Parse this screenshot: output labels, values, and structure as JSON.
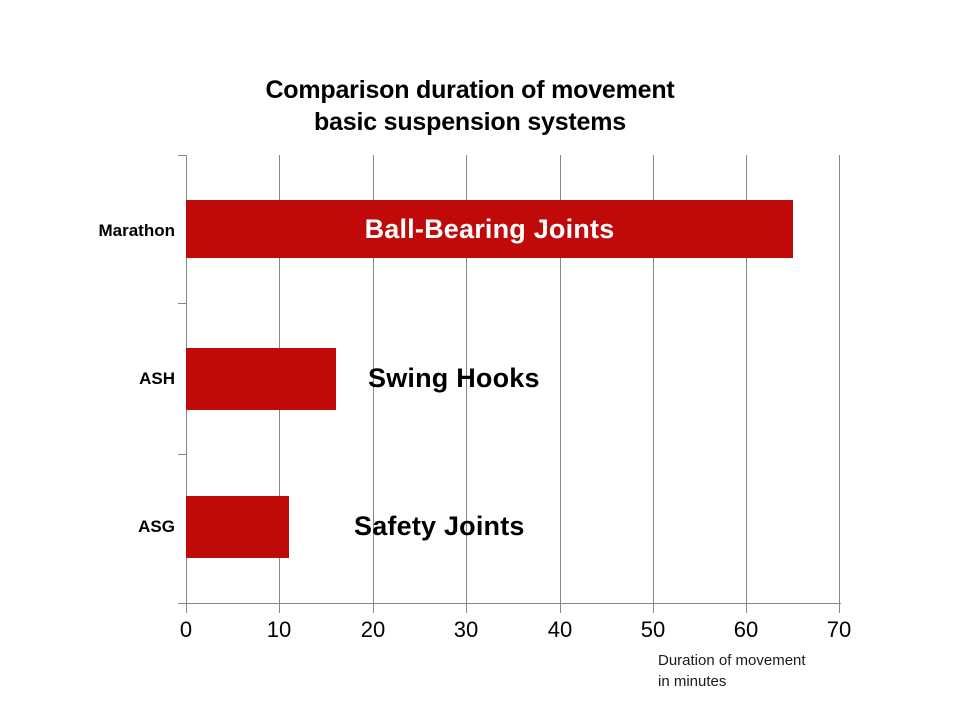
{
  "chart_data": {
    "type": "bar",
    "orientation": "horizontal",
    "title": "Comparison duration of movement basic suspension systems",
    "title_lines": [
      "Comparison duration of movement",
      "basic suspension systems"
    ],
    "categories": [
      "Marathon",
      "ASH",
      "ASG"
    ],
    "values": [
      65,
      16,
      11
    ],
    "point_labels": [
      "Ball-Bearing Joints",
      "Swing Hooks",
      "Safety Joints"
    ],
    "xlabel": "Duration of movement in minutes",
    "xlabel_lines": [
      "Duration of movement",
      "in minutes"
    ],
    "ylabel": "",
    "xlim": [
      0,
      70
    ],
    "xticks": [
      "0",
      "10",
      "20",
      "30",
      "40",
      "50",
      "60",
      "70"
    ],
    "grid": "vertical",
    "legend": "none",
    "bar_color": "#c00a0a",
    "gridline_color": "#868686",
    "inner_label_color": "#ffffff",
    "outer_label_color": "#000000"
  }
}
